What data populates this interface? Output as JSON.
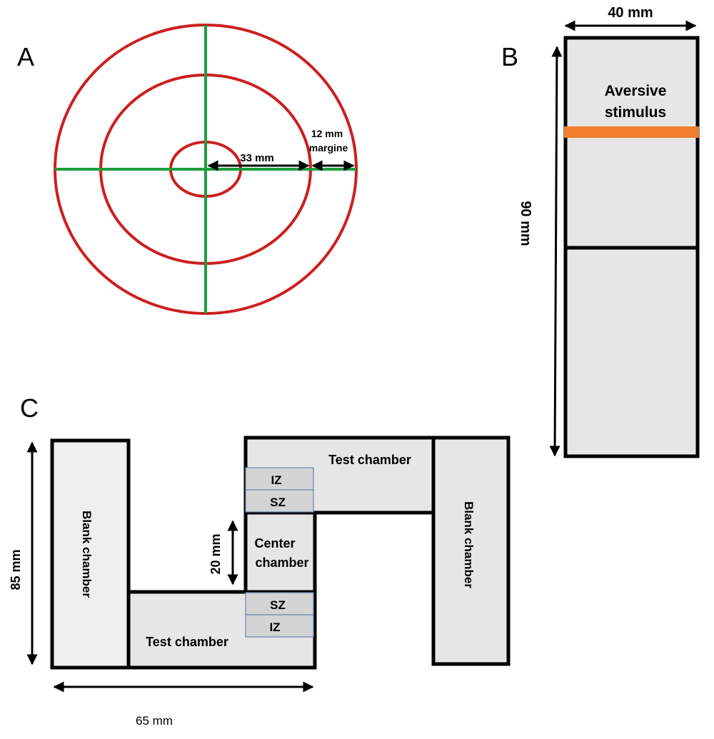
{
  "panels": {
    "a": {
      "letter": "A",
      "dim_radius": "33 mm",
      "dim_margin_line1": "12 mm",
      "dim_margin_line2": "margine"
    },
    "b": {
      "letter": "B",
      "width_label": "40 mm",
      "height_label": "90 mm",
      "stimulus_line1": "Aversive",
      "stimulus_line2": "stimulus"
    },
    "c": {
      "letter": "C",
      "height_label": "85 mm",
      "width_label": "65 mm",
      "gap_label": "20 mm",
      "blank_left": "Blank chamber",
      "blank_right": "Blank chamber",
      "test_top": "Test chamber",
      "test_bottom": "Test chamber",
      "center_line1": "Center",
      "center_line2": "chamber",
      "zone_iz_top": "IZ",
      "zone_sz_top": "SZ",
      "zone_sz_bottom": "SZ",
      "zone_iz_bottom": "IZ"
    }
  },
  "colors": {
    "ring": "#cc1f1f",
    "crosshair": "#1e9e3c",
    "stimulus_bar": "#f07e2c",
    "chamber_fill": "#e6e6e6",
    "zone_fill": "#d4d4d4",
    "zone_stroke": "#6a86a8",
    "outline": "#000000"
  }
}
